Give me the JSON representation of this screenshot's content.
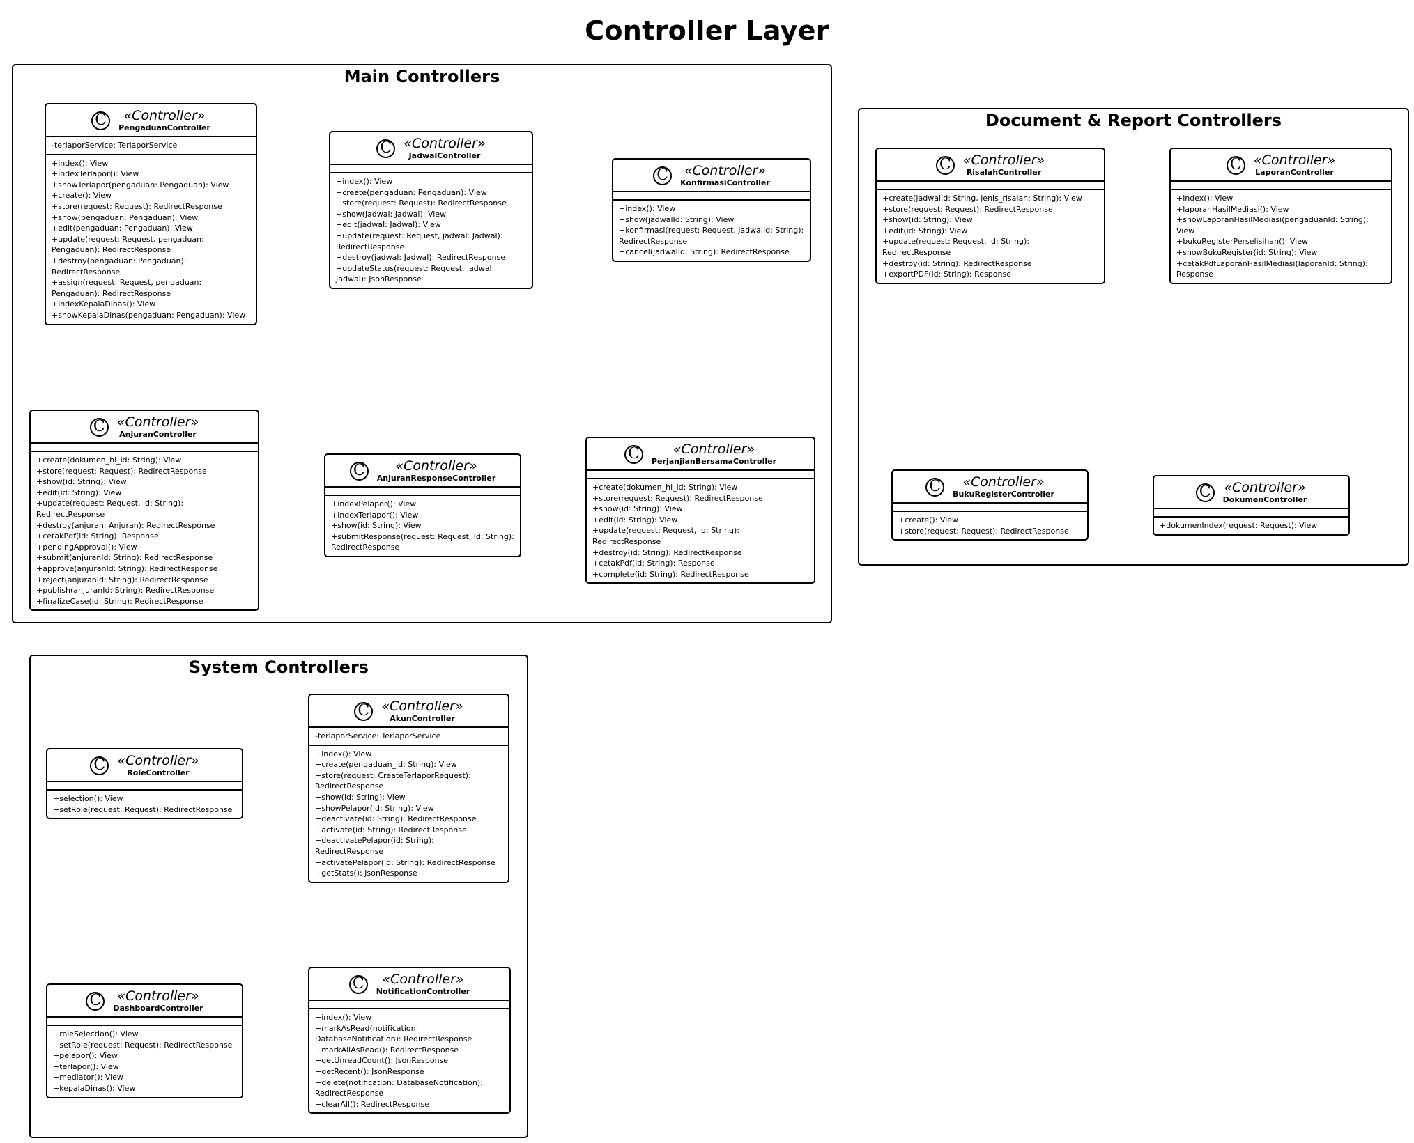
{
  "title": "Controller Layer",
  "stereotype": "«Controller»",
  "class_icon_letter": "C",
  "packages": {
    "main": {
      "title": "Main Controllers",
      "classes": {
        "pengaduan": {
          "name": "PengaduanController",
          "attributes": [
            "-terlaporService: TerlaporService"
          ],
          "operations": [
            "+index(): View",
            "+indexTerlapor(): View",
            "+showTerlapor(pengaduan: Pengaduan): View",
            "+create(): View",
            "+store(request: Request): RedirectResponse",
            "+show(pengaduan: Pengaduan): View",
            "+edit(pengaduan: Pengaduan): View",
            "+update(request: Request, pengaduan: Pengaduan): RedirectResponse",
            "+destroy(pengaduan: Pengaduan): RedirectResponse",
            "+assign(request: Request, pengaduan: Pengaduan): RedirectResponse",
            "+indexKepalaDinas(): View",
            "+showKepalaDinas(pengaduan: Pengaduan): View"
          ]
        },
        "jadwal": {
          "name": "JadwalController",
          "attributes": [],
          "operations": [
            "+index(): View",
            "+create(pengaduan: Pengaduan): View",
            "+store(request: Request): RedirectResponse",
            "+show(jadwal: Jadwal): View",
            "+edit(jadwal: Jadwal): View",
            "+update(request: Request, jadwal: Jadwal): RedirectResponse",
            "+destroy(jadwal: Jadwal): RedirectResponse",
            "+updateStatus(request: Request, jadwal: Jadwal): JsonResponse"
          ]
        },
        "konfirmasi": {
          "name": "KonfirmasiController",
          "attributes": [],
          "operations": [
            "+index(): View",
            "+show(jadwalId: String): View",
            "+konfirmasi(request: Request, jadwalId: String): RedirectResponse",
            "+cancel(jadwalId: String): RedirectResponse"
          ]
        },
        "anjuran": {
          "name": "AnjuranController",
          "attributes": [],
          "operations": [
            "+create(dokumen_hi_id: String): View",
            "+store(request: Request): RedirectResponse",
            "+show(id: String): View",
            "+edit(id: String): View",
            "+update(request: Request, id: String): RedirectResponse",
            "+destroy(anjuran: Anjuran): RedirectResponse",
            "+cetakPdf(id: String): Response",
            "+pendingApproval(): View",
            "+submit(anjuranId: String): RedirectResponse",
            "+approve(anjuranId: String): RedirectResponse",
            "+reject(anjuranId: String): RedirectResponse",
            "+publish(anjuranId: String): RedirectResponse",
            "+finalizeCase(id: String): RedirectResponse"
          ]
        },
        "anjuranResponse": {
          "name": "AnjuranResponseController",
          "attributes": [],
          "operations": [
            "+indexPelapor(): View",
            "+indexTerlapor(): View",
            "+show(id: String): View",
            "+submitResponse(request: Request, id: String): RedirectResponse"
          ]
        },
        "perjanjian": {
          "name": "PerjanjianBersamaController",
          "attributes": [],
          "operations": [
            "+create(dokumen_hi_id: String): View",
            "+store(request: Request): RedirectResponse",
            "+show(id: String): View",
            "+edit(id: String): View",
            "+update(request: Request, id: String): RedirectResponse",
            "+destroy(id: String): RedirectResponse",
            "+cetakPdf(id: String): Response",
            "+complete(id: String): RedirectResponse"
          ]
        }
      }
    },
    "docs": {
      "title": "Document & Report Controllers",
      "classes": {
        "risalah": {
          "name": "RisalahController",
          "attributes": [],
          "operations": [
            "+create(jadwalId: String, jenis_risalah: String): View",
            "+store(request: Request): RedirectResponse",
            "+show(id: String): View",
            "+edit(id: String): View",
            "+update(request: Request, id: String): RedirectResponse",
            "+destroy(id: String): RedirectResponse",
            "+exportPDF(id: String): Response"
          ]
        },
        "laporan": {
          "name": "LaporanController",
          "attributes": [],
          "operations": [
            "+index(): View",
            "+laporanHasilMediasi(): View",
            "+showLaporanHasilMediasi(pengaduanId: String): View",
            "+bukuRegisterPerselisihan(): View",
            "+showBukuRegister(id: String): View",
            "+cetakPdfLaporanHasilMediasi(laporanId: String): Response"
          ]
        },
        "bukuRegister": {
          "name": "BukuRegisterController",
          "attributes": [],
          "operations": [
            "+create(): View",
            "+store(request: Request): RedirectResponse"
          ]
        },
        "dokumen": {
          "name": "DokumenController",
          "attributes": [],
          "operations": [
            "+dokumenIndex(request: Request): View"
          ]
        }
      }
    },
    "system": {
      "title": "System Controllers",
      "classes": {
        "akun": {
          "name": "AkunController",
          "attributes": [
            "-terlaporService: TerlaporService"
          ],
          "operations": [
            "+index(): View",
            "+create(pengaduan_id: String): View",
            "+store(request: CreateTerlaporRequest): RedirectResponse",
            "+show(id: String): View",
            "+showPelapor(id: String): View",
            "+deactivate(id: String): RedirectResponse",
            "+activate(id: String): RedirectResponse",
            "+deactivatePelapor(id: String): RedirectResponse",
            "+activatePelapor(id: String): RedirectResponse",
            "+getStats(): JsonResponse"
          ]
        },
        "role": {
          "name": "RoleController",
          "attributes": [],
          "operations": [
            "+selection(): View",
            "+setRole(request: Request): RedirectResponse"
          ]
        },
        "dashboard": {
          "name": "DashboardController",
          "attributes": [],
          "operations": [
            "+roleSelection(): View",
            "+setRole(request: Request): RedirectResponse",
            "+pelapor(): View",
            "+terlapor(): View",
            "+mediator(): View",
            "+kepalaDinas(): View"
          ]
        },
        "notification": {
          "name": "NotificationController",
          "attributes": [],
          "operations": [
            "+index(): View",
            "+markAsRead(notification: DatabaseNotification): RedirectResponse",
            "+markAllAsRead(): RedirectResponse",
            "+getUnreadCount(): JsonResponse",
            "+getRecent(): JsonResponse",
            "+delete(notification: DatabaseNotification): RedirectResponse",
            "+clearAll(): RedirectResponse"
          ]
        }
      }
    }
  }
}
